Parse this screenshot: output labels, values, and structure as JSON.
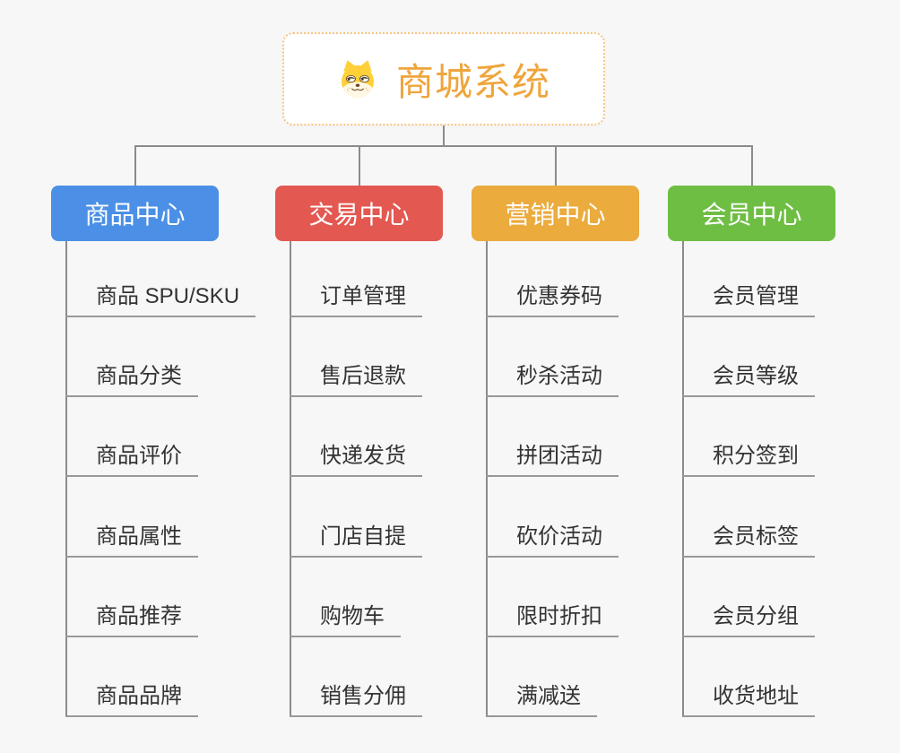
{
  "page": {
    "background": "#f7f7f7"
  },
  "root": {
    "title": "商城系统",
    "icon": "doge-icon",
    "text_color": "#efa53c",
    "border_color": "#f6c481"
  },
  "connectors": {
    "color": "#8b8b8b",
    "underline_color": "#999999"
  },
  "branches": [
    {
      "label": "商品中心",
      "color": "#4b90e6",
      "children": [
        "商品 SPU/SKU",
        "商品分类",
        "商品评价",
        "商品属性",
        "商品推荐",
        "商品品牌"
      ]
    },
    {
      "label": "交易中心",
      "color": "#e35851",
      "children": [
        "订单管理",
        "售后退款",
        "快递发货",
        "门店自提",
        "购物车",
        "销售分佣"
      ]
    },
    {
      "label": "营销中心",
      "color": "#ebab3d",
      "children": [
        "优惠券码",
        "秒杀活动",
        "拼团活动",
        "砍价活动",
        "限时折扣",
        "满减送"
      ]
    },
    {
      "label": "会员中心",
      "color": "#6fbe44",
      "children": [
        "会员管理",
        "会员等级",
        "积分签到",
        "会员标签",
        "会员分组",
        "收货地址"
      ]
    }
  ]
}
